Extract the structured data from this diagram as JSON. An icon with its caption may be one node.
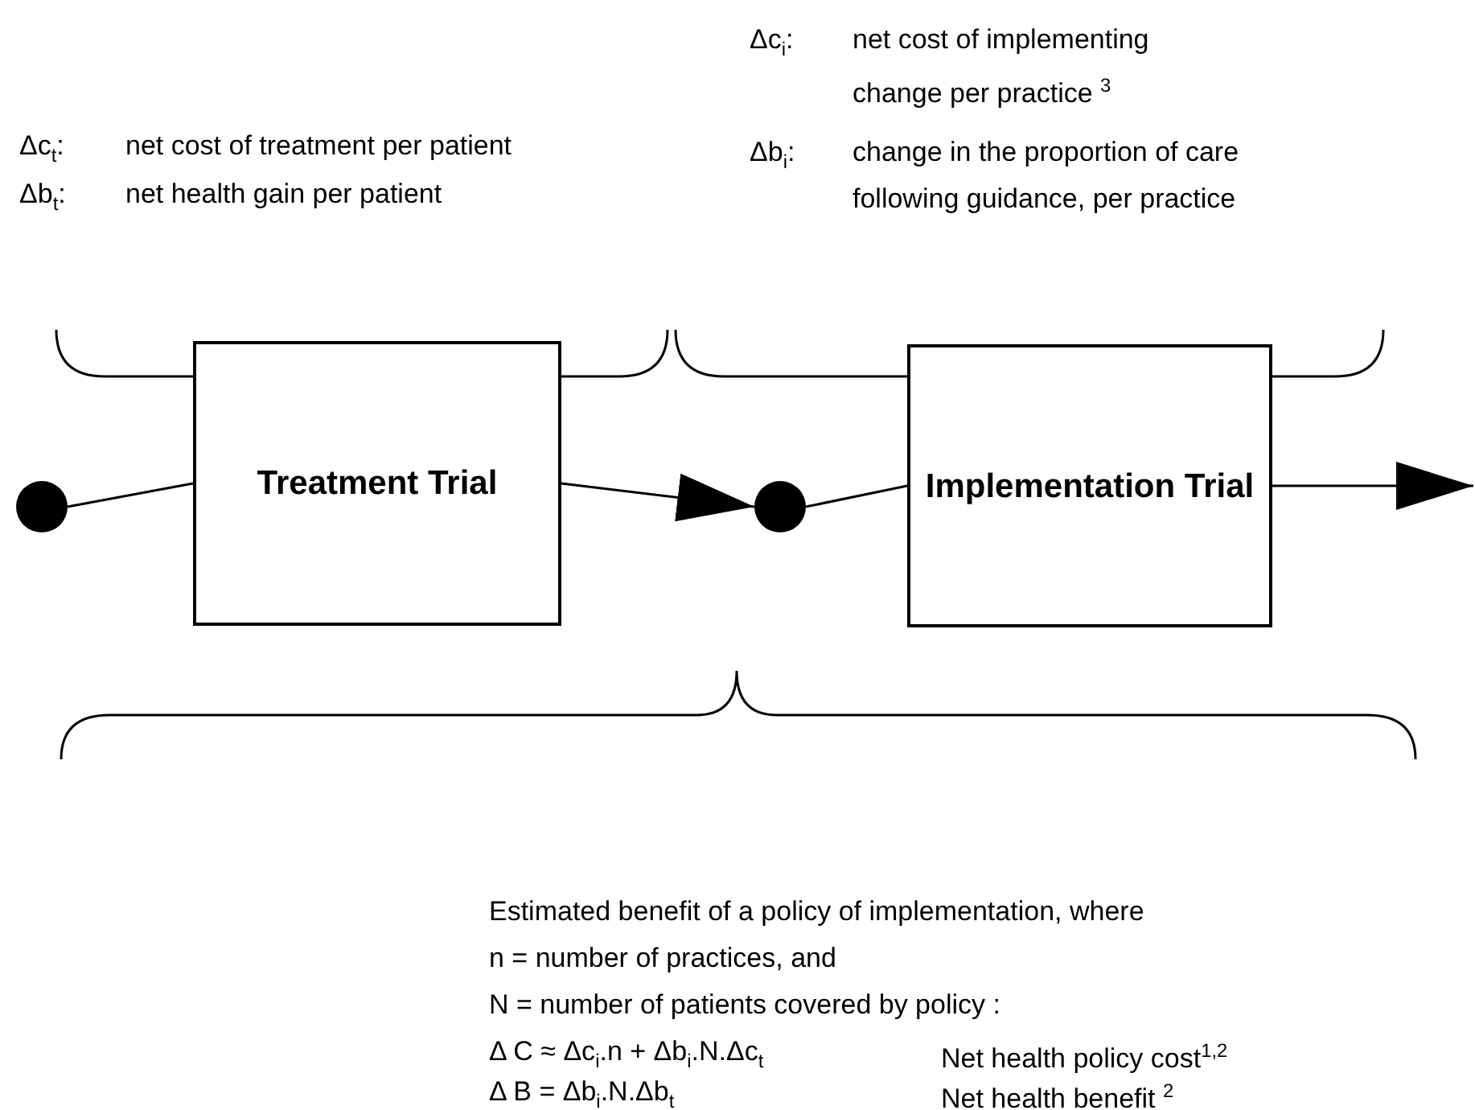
{
  "diagram": {
    "nodes": [
      {
        "text": [],
        "shape": "circle"
      },
      {
        "text": [
          "Treatment Trial"
        ]
      },
      {
        "text": [],
        "shape": "circle"
      },
      {
        "text": [
          "Implementation Trial"
        ]
      }
    ],
    "edges": [
      {
        "from": 0,
        "to": 1,
        "arrow": "none"
      },
      {
        "from": 1,
        "to": 2,
        "arrow": "to"
      },
      {
        "from": 2,
        "to": 3,
        "arrow": "none"
      },
      {
        "from": 3,
        "to": null,
        "arrow": "to"
      }
    ],
    "labels": [
      "Δc$_{i}$:",
      "net cost of implementing change per practice $^{3}$",
      "Δc$_{t}$:",
      "net cost of treatment per patient",
      "Δb$_{i}$:",
      "change in the proportion of care following guidance, per practice",
      "Δb$_{t}$:",
      "net health gain per patient",
      "Estimated benefit of a policy of implementation, where",
      "n = number of practices, and",
      "N = number of patients covered by policy :",
      "Δ C ≈ Δc$_{i}$.n + Δb$_{i}$.N.Δc$_{t}$",
      "Net health policy cost$^{1,2}$",
      "Δ B = Δb$_{i}$.N.Δb$_{t}$",
      "Net health benefit $^{2}$"
    ]
  }
}
